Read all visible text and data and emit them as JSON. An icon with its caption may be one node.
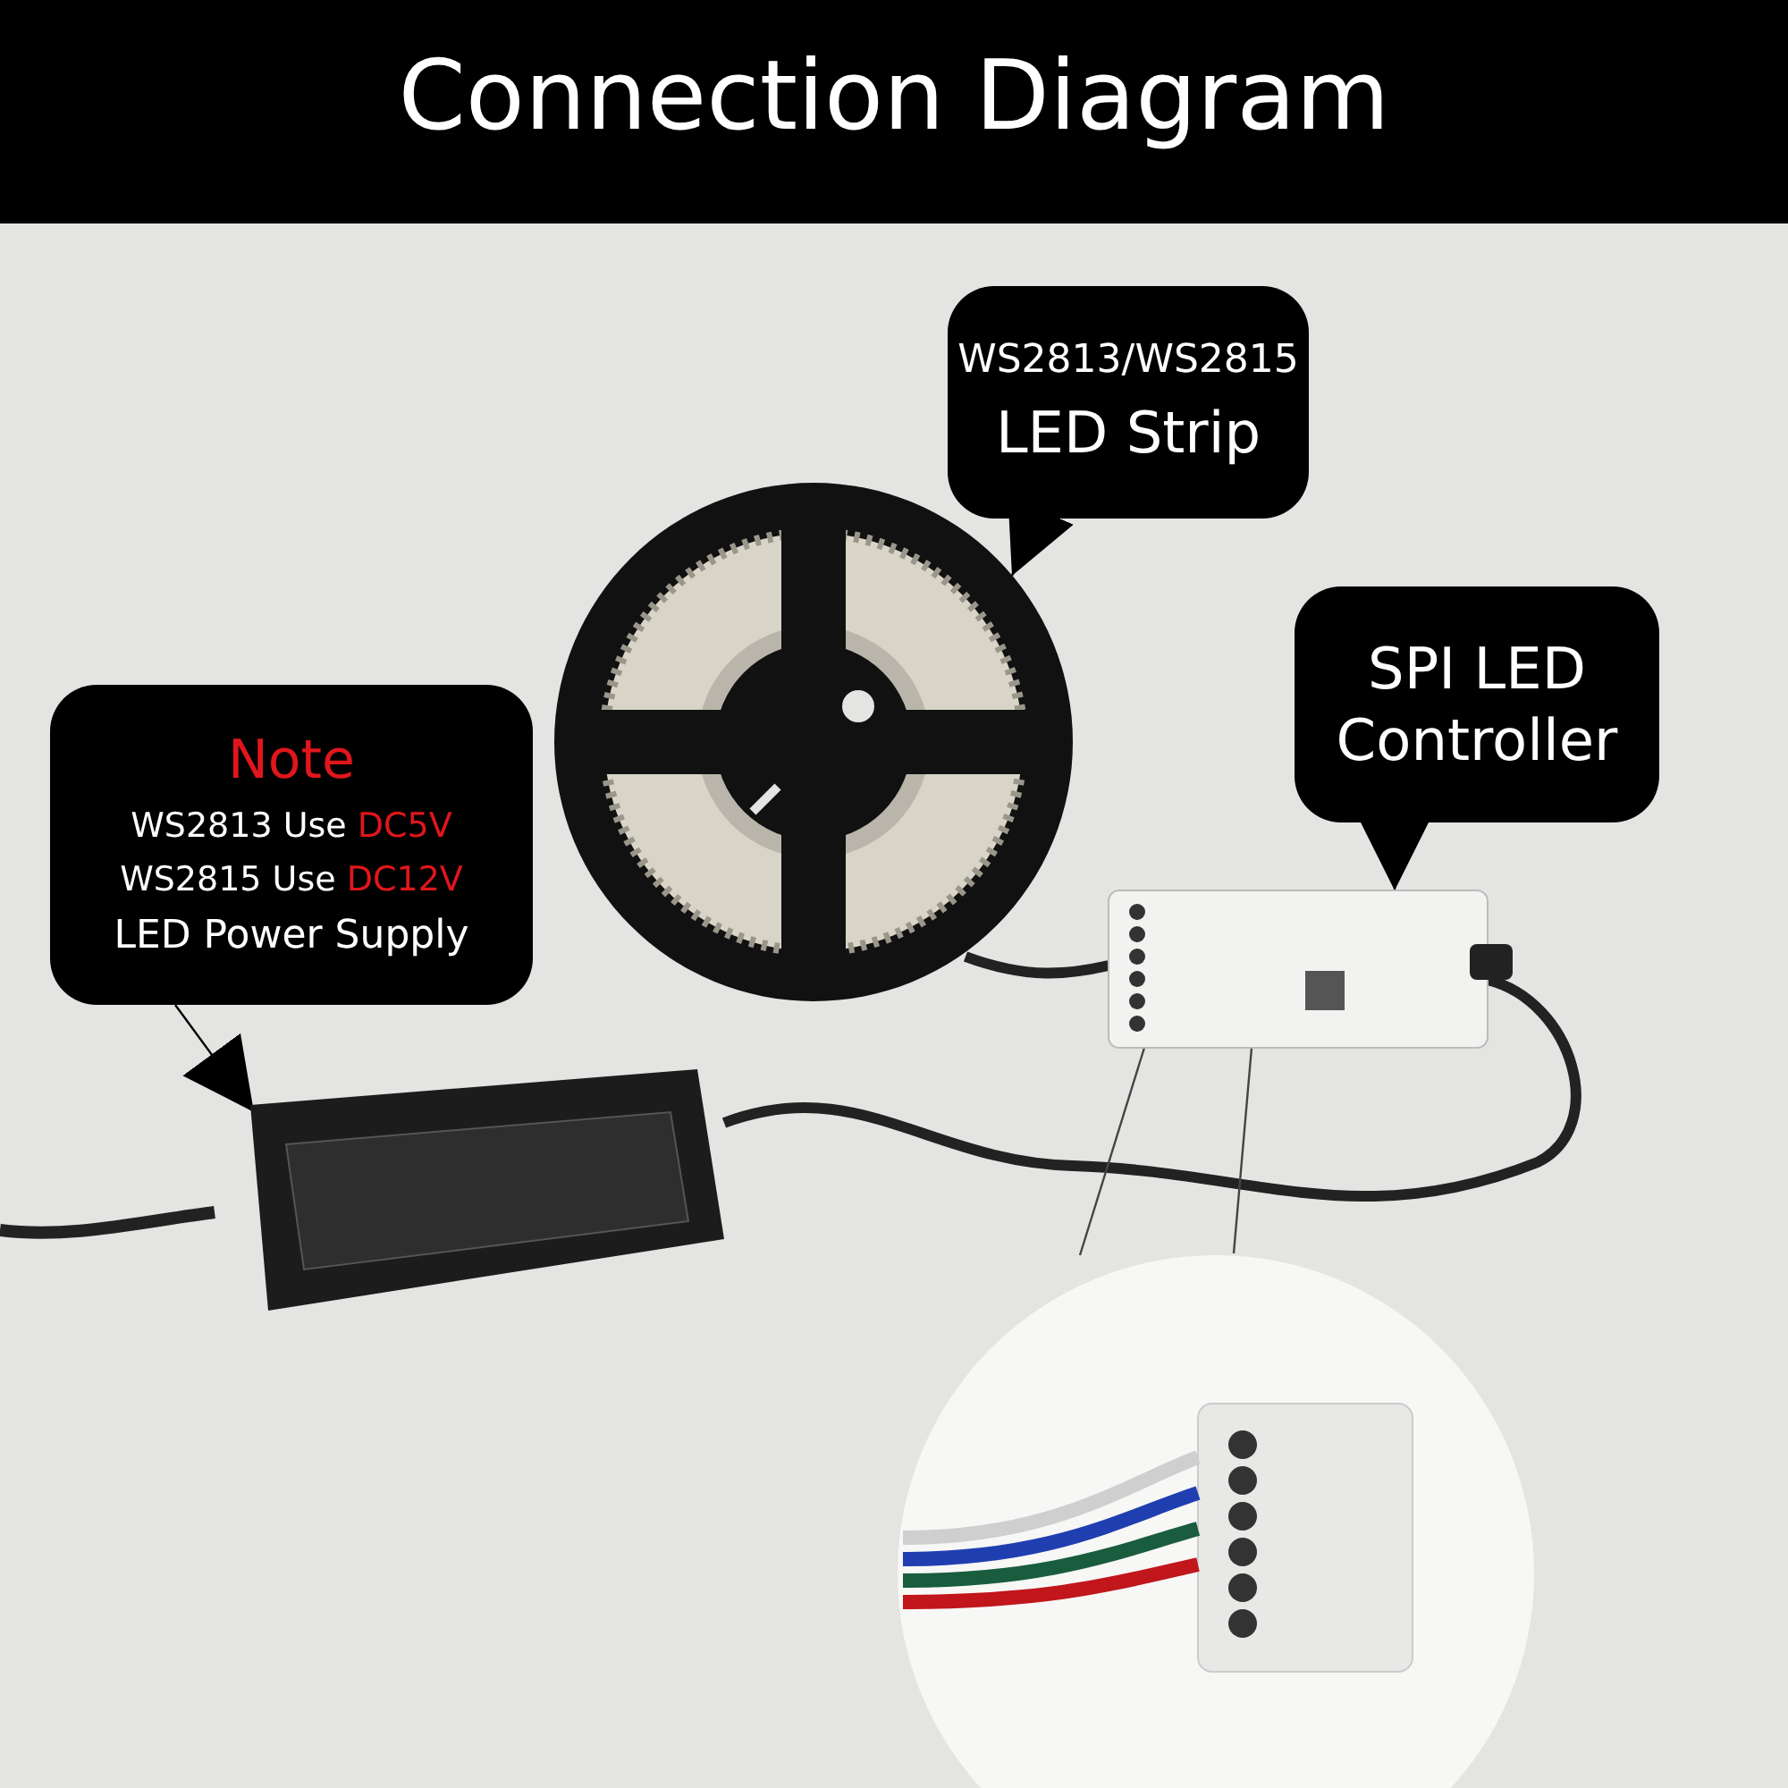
{
  "diagram": {
    "title": "Connection Diagram",
    "nodes": [
      {
        "text": [
          "WS2813/WS2815",
          "LED Strip"
        ]
      },
      {
        "text": [
          "SPI LED Controller"
        ]
      },
      {
        "text": [
          "Note",
          "WS2813 Use DC5V",
          "WS2815 Use DC12V",
          "LED Power Supply"
        ]
      },
      {
        "text": [],
        "shape": "picture"
      },
      {
        "text": [],
        "shape": "picture"
      },
      {
        "text": [],
        "shape": "picture"
      },
      {
        "text": [],
        "shape": "picture"
      }
    ],
    "edges": [
      {
        "from": 0,
        "to": 3,
        "arrow": "to"
      },
      {
        "from": 1,
        "to": 4,
        "arrow": "to"
      },
      {
        "from": 2,
        "to": 5,
        "arrow": "to"
      },
      {
        "from": 3,
        "to": 4,
        "arrow": "none",
        "style": "thick"
      },
      {
        "from": 5,
        "to": 4,
        "arrow": "none",
        "style": "thick"
      },
      {
        "from": 4,
        "to": 6,
        "arrow": "none"
      },
      {
        "from": 4,
        "to": 6,
        "arrow": "none"
      }
    ]
  }
}
